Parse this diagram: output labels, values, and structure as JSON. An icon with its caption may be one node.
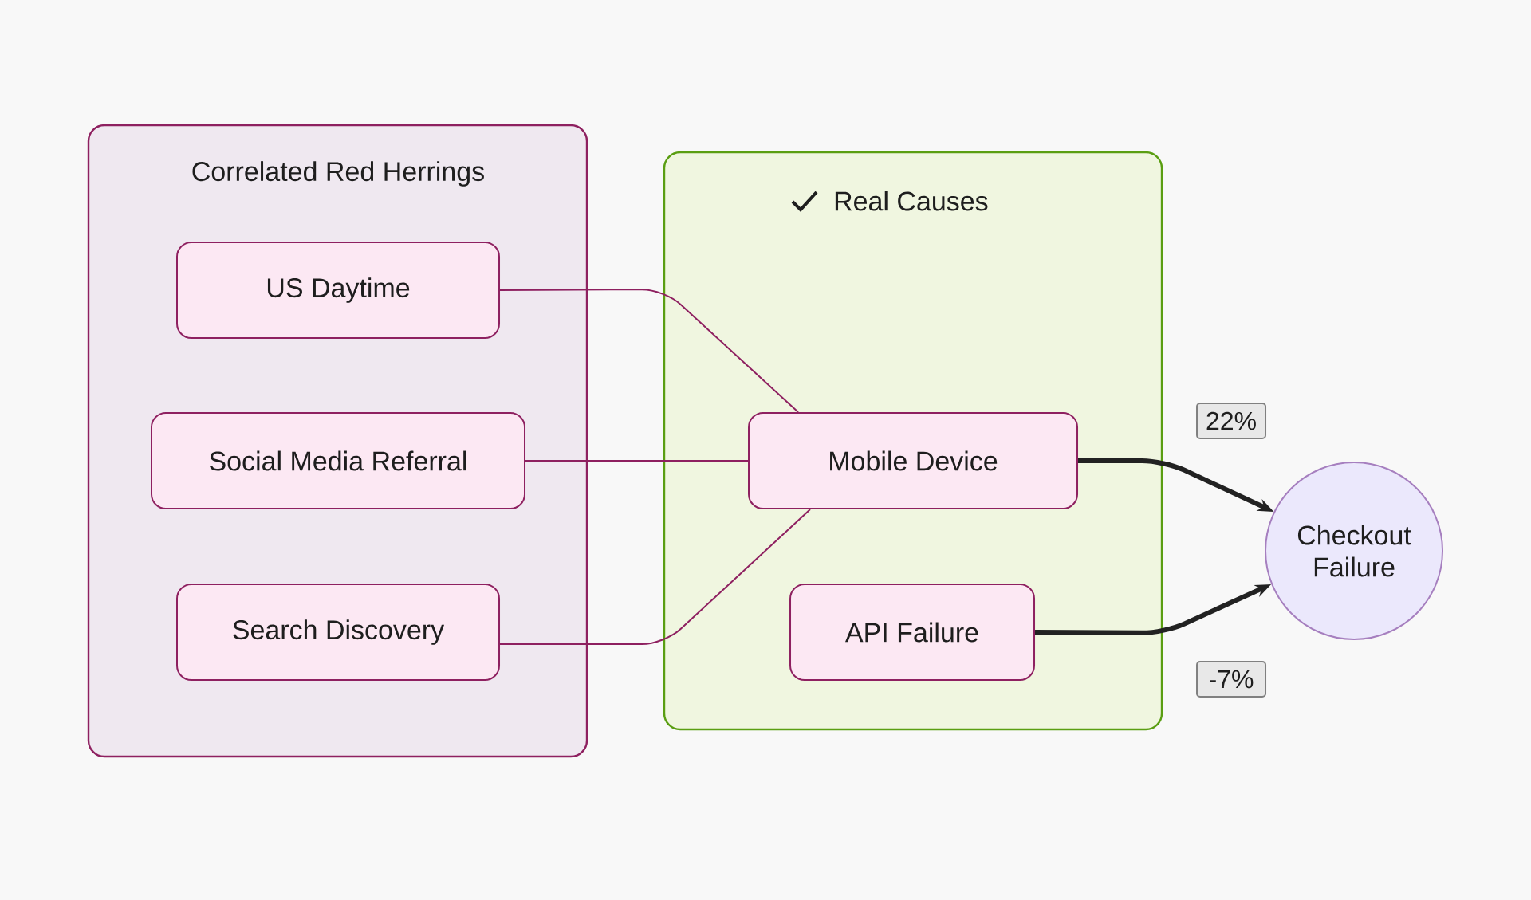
{
  "diagram": {
    "nodes": [
      {
        "text": [
          "Correlated Red Herrings"
        ]
      },
      {
        "text": [
          "US Daytime"
        ],
        "in": 0
      },
      {
        "text": [
          "Social Media Referral"
        ],
        "in": 0
      },
      {
        "text": [
          "Search Discovery"
        ],
        "in": 0
      },
      {
        "text": [
          "Real Causes"
        ]
      },
      {
        "text": [
          "Mobile Device"
        ],
        "in": 4
      },
      {
        "text": [
          "API Failure"
        ],
        "in": 4
      },
      {
        "text": [
          "Checkout Failure"
        ]
      }
    ],
    "edges": [
      {
        "from": 1,
        "to": 5,
        "arrow": "none"
      },
      {
        "from": 2,
        "to": 5,
        "arrow": "none"
      },
      {
        "from": 3,
        "to": 5,
        "arrow": "none"
      },
      {
        "from": 5,
        "to": 7,
        "arrow": "to",
        "label": "22%",
        "style": "thick",
        "color": "#222222"
      },
      {
        "from": 6,
        "to": 7,
        "arrow": "to",
        "label": "-7%",
        "style": "thick",
        "color": "#222222"
      }
    ]
  }
}
